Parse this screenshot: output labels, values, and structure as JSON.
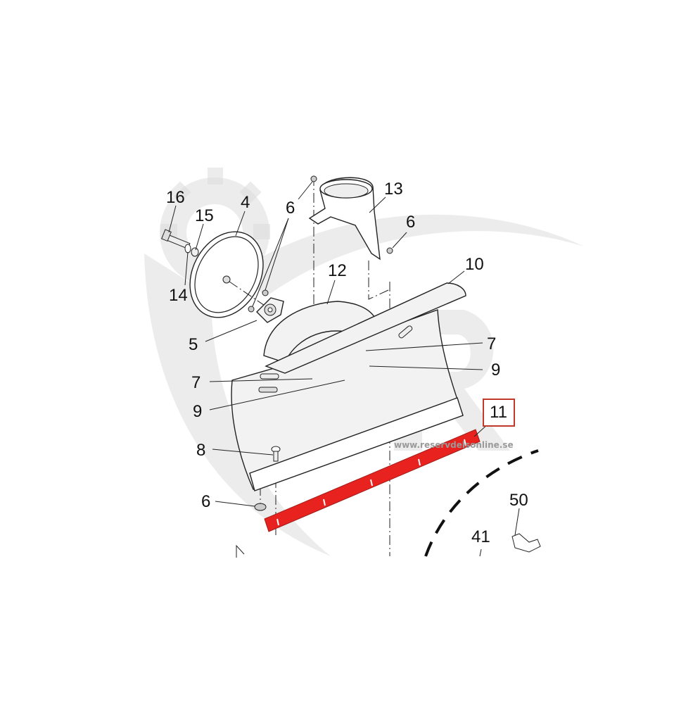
{
  "diagram": {
    "title": "Snow thrower auger housing exploded parts view",
    "highlight_color": "#e8231f",
    "highlight_box_color": "#c0392b",
    "watermark_url": "www.reservdelsonline.se",
    "watermark_visible_text": "www.rese... ...nline.se",
    "callouts": [
      {
        "id": "c16",
        "label": "16",
        "part": "bolt"
      },
      {
        "id": "c15",
        "label": "15",
        "part": "washer"
      },
      {
        "id": "c14",
        "label": "14",
        "part": "lock washer"
      },
      {
        "id": "c4",
        "label": "4",
        "part": "pulley/disc"
      },
      {
        "id": "c6a",
        "label": "6",
        "part": "nut"
      },
      {
        "id": "c13",
        "label": "13",
        "part": "chute adapter"
      },
      {
        "id": "c6b",
        "label": "6",
        "part": "nut"
      },
      {
        "id": "c12",
        "label": "12",
        "part": "housing side plate"
      },
      {
        "id": "c10",
        "label": "10",
        "part": "top brace"
      },
      {
        "id": "c5",
        "label": "5",
        "part": "bearing flange"
      },
      {
        "id": "c7a",
        "label": "7",
        "part": "bolt"
      },
      {
        "id": "c9a",
        "label": "9",
        "part": "screw"
      },
      {
        "id": "c7b",
        "label": "7",
        "part": "bolt"
      },
      {
        "id": "c9b",
        "label": "9",
        "part": "screw"
      },
      {
        "id": "c11",
        "label": "11",
        "part": "scraper bar",
        "highlighted": true
      },
      {
        "id": "c8",
        "label": "8",
        "part": "carriage bolt"
      },
      {
        "id": "c6c",
        "label": "6",
        "part": "nut"
      },
      {
        "id": "c50",
        "label": "50",
        "part": "bracket"
      },
      {
        "id": "c41",
        "label": "41",
        "part": "impeller housing"
      }
    ]
  }
}
